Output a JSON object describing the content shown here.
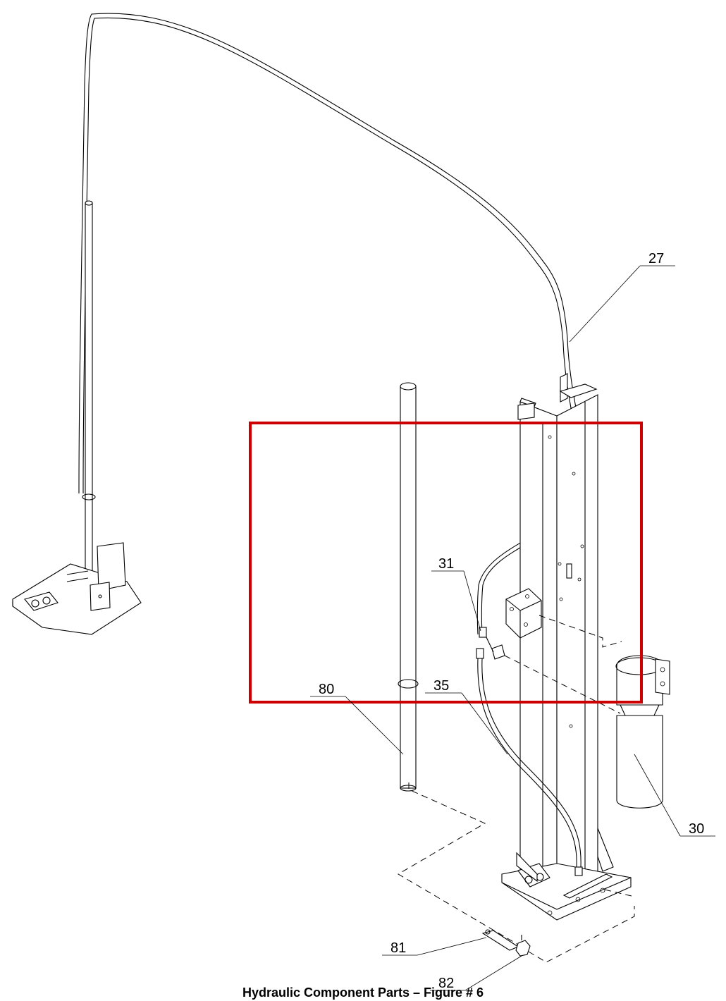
{
  "caption": "Hydraulic Component Parts – Figure # 6",
  "callouts": [
    {
      "id": "27",
      "label": "27"
    },
    {
      "id": "31",
      "label": "31"
    },
    {
      "id": "80",
      "label": "80"
    },
    {
      "id": "35",
      "label": "35"
    },
    {
      "id": "30",
      "label": "30"
    },
    {
      "id": "81",
      "label": "81"
    },
    {
      "id": "82",
      "label": "82"
    }
  ],
  "highlight_color": "#cc0000"
}
